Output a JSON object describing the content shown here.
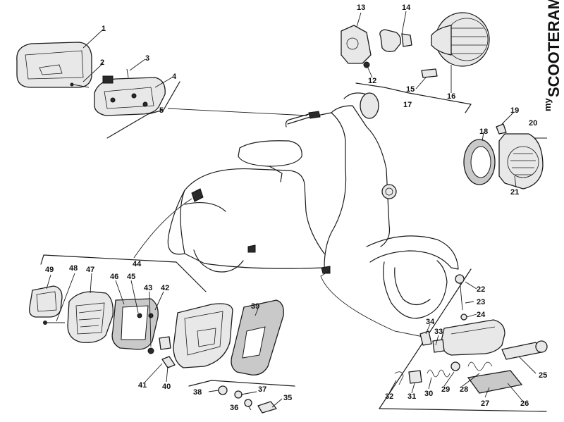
{
  "brand": {
    "prefix": "my",
    "name": "SCOOTERAMA"
  },
  "callouts": {
    "c1": "1",
    "c2": "2",
    "c3": "3",
    "c4": "4",
    "c5": "5",
    "c12": "12",
    "c13": "13",
    "c14": "14",
    "c15": "15",
    "c16": "16",
    "c17": "17",
    "c18": "18",
    "c19": "19",
    "c20": "20",
    "c21": "21",
    "c22": "22",
    "c23": "23",
    "c24": "24",
    "c25": "25",
    "c26": "26",
    "c27": "27",
    "c28": "28",
    "c29": "29",
    "c30": "30",
    "c31": "31",
    "c32": "32",
    "c33": "33",
    "c34": "34",
    "c35": "35",
    "c36": "36",
    "c37": "37",
    "c38": "38",
    "c39": "39",
    "c40": "40",
    "c41": "41",
    "c42": "42",
    "c43": "43",
    "c44": "44",
    "c45": "45",
    "c46": "46",
    "c47": "47",
    "c48": "48",
    "c49": "49"
  }
}
